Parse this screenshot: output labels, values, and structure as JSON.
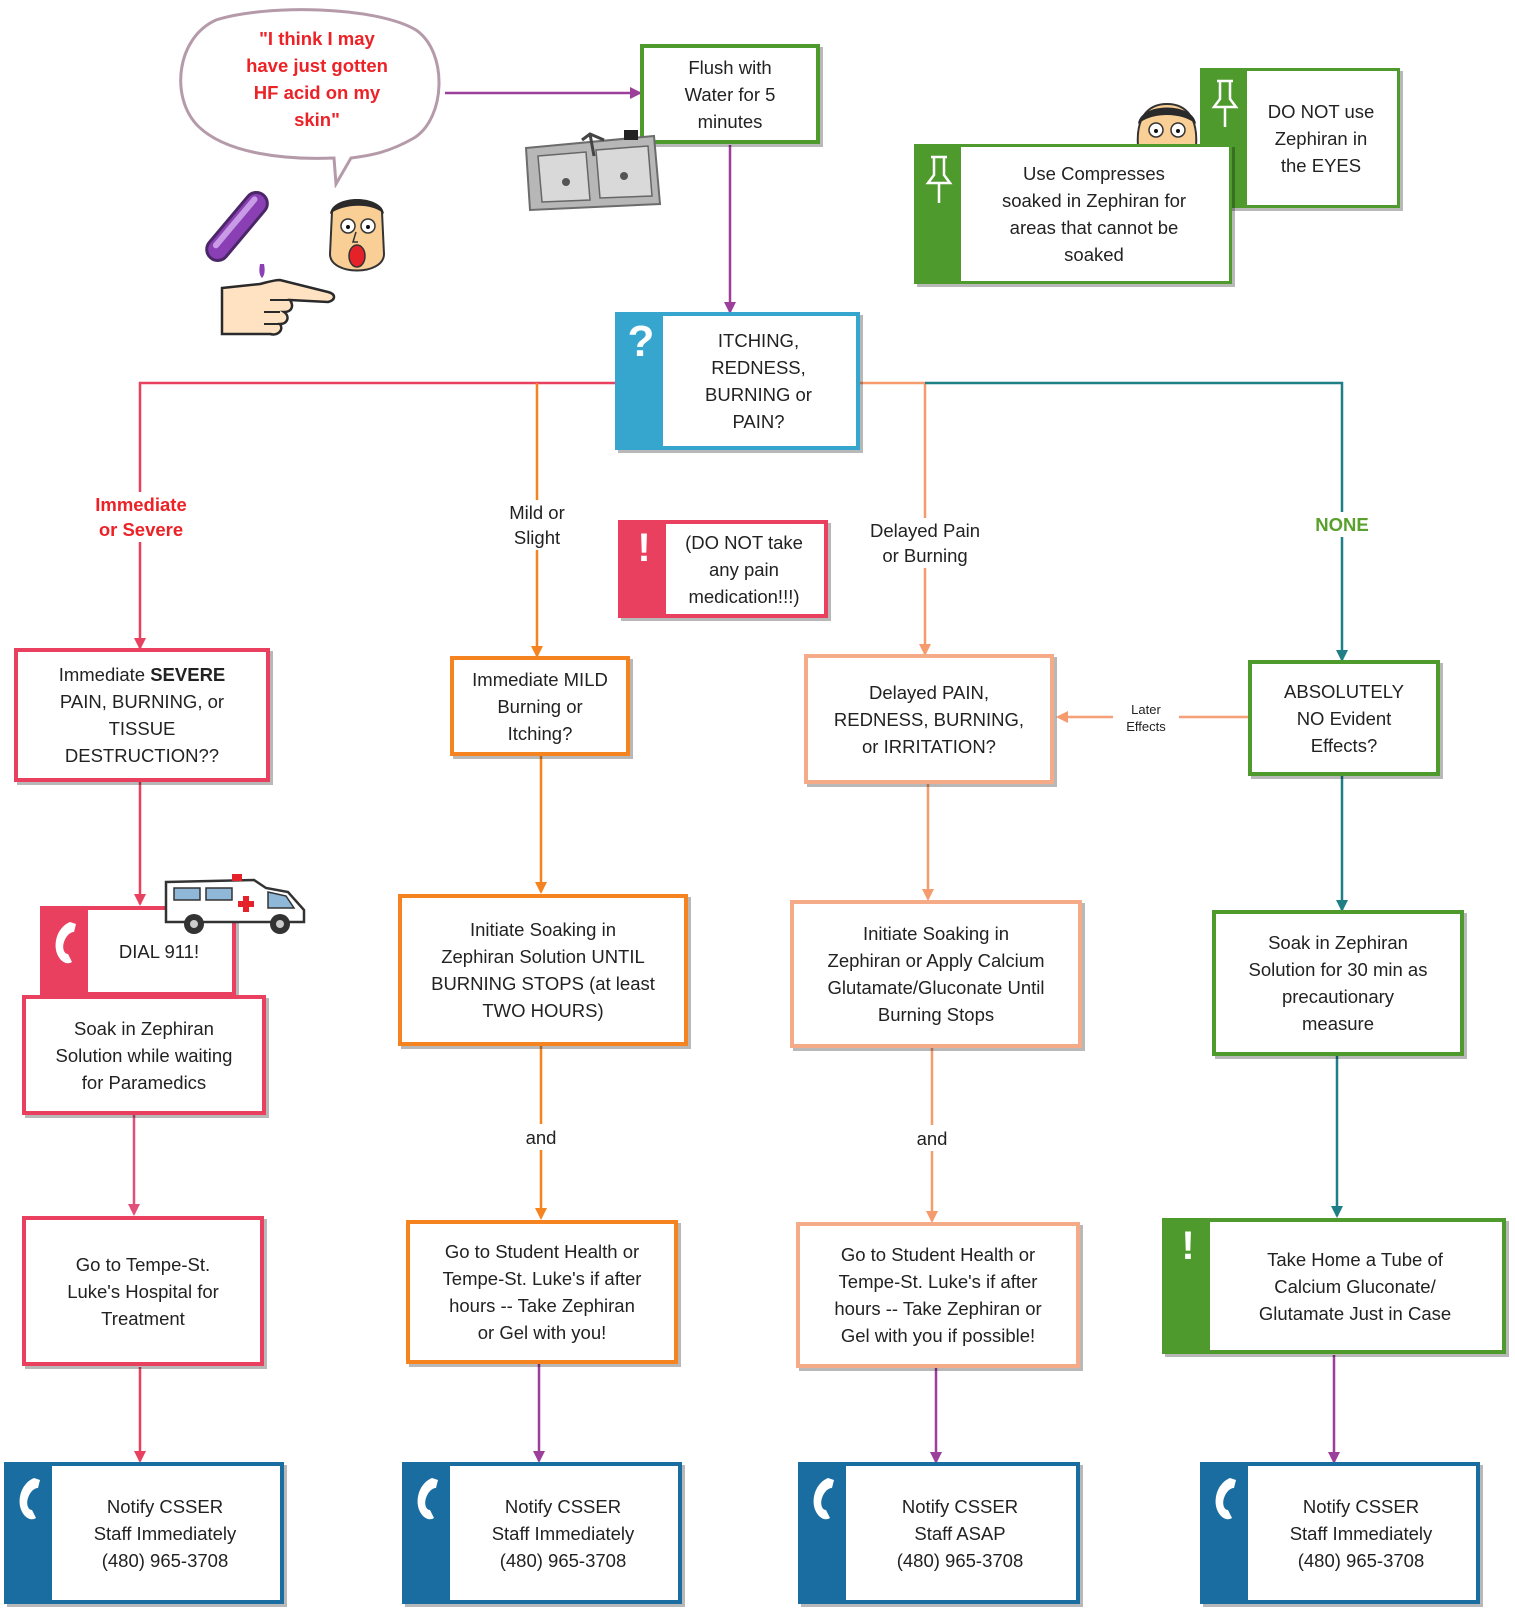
{
  "speech_bubble": {
    "text": "\"I think I may\nhave just gotten\nHF acid on my\nskin\""
  },
  "flush": {
    "text": "Flush with\nWater for 5\nminutes"
  },
  "compresses": {
    "text": "Use Compresses\nsoaked in Zephiran for\nareas that cannot be\nsoaked"
  },
  "eyes": {
    "text": "DO NOT use\nZephiran in\nthe EYES"
  },
  "question": {
    "text": "ITCHING,\nREDNESS,\nBURNING or\nPAIN?",
    "icon": "?"
  },
  "no_medication": {
    "text": "(DO NOT take\nany pain\nmedication!!!)",
    "icon": "!"
  },
  "branch_labels": {
    "severe": "Immediate\nor Severe",
    "mild": "Mild or\nSlight",
    "delayed": "Delayed Pain\nor Burning",
    "none": "NONE",
    "later_effects": "Later\nEffects"
  },
  "severe_column": {
    "question_pre": "Immediate ",
    "question_bold": "SEVERE",
    "question_post": "\nPAIN, BURNING, or\nTISSUE\nDESTRUCTION??",
    "dial": "DIAL 911!",
    "soak": "Soak in Zephiran\nSolution while waiting\nfor Paramedics",
    "hospital": "Go to Tempe-St.\nLuke's Hospital for\nTreatment",
    "notify": "Notify CSSER\nStaff Immediately\n(480) 965-3708"
  },
  "mild_column": {
    "question": "Immediate MILD\nBurning or\nItching?",
    "soak": "Initiate Soaking in\nZephiran Solution UNTIL\nBURNING STOPS (at least\nTWO HOURS)",
    "and": "and",
    "health": "Go to Student Health or\nTempe-St. Luke's if after\nhours -- Take Zephiran\nor Gel with you!",
    "notify": "Notify CSSER\nStaff Immediately\n(480) 965-3708"
  },
  "delayed_column": {
    "question": "Delayed PAIN,\nREDNESS, BURNING,\nor IRRITATION?",
    "soak": "Initiate Soaking in\nZephiran or Apply Calcium\nGlutamate/Gluconate Until\nBurning Stops",
    "and": "and",
    "health": "Go to Student Health or\nTempe-St. Luke's if after\nhours -- Take Zephiran or\nGel with you if possible!",
    "notify": "Notify CSSER\nStaff ASAP\n(480) 965-3708"
  },
  "none_column": {
    "question": "ABSOLUTELY\nNO Evident\nEffects?",
    "soak": "Soak in Zephiran\nSolution for 30 min as\nprecautionary\nmeasure",
    "take_home": "Take Home a Tube of\nCalcium Gluconate/\nGlutamate Just in Case",
    "notify": "Notify CSSER\nStaff Immediately\n(480) 965-3708"
  },
  "icons": {
    "phone": "phone-icon",
    "pushpin": "pushpin-icon",
    "exclamation": "!",
    "question": "?"
  },
  "colors": {
    "severe": "#e8405e",
    "mild": "#f5831f",
    "delayed": "#f6ab88",
    "none": "#4f9a2d",
    "none_line": "#1f7f86",
    "question": "#37a6cf",
    "notify": "#1a6da0",
    "purple_arrow": "#9b3f9a"
  }
}
